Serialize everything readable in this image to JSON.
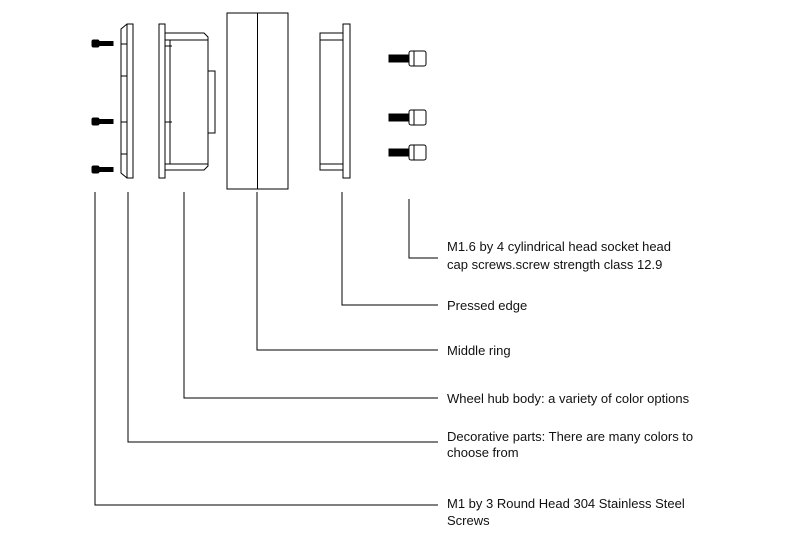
{
  "labels": {
    "socket_screws": "M1.6 by 4 cylindrical head socket head",
    "socket_screws_line2": "cap screws.screw strength class 12.9",
    "pressed_edge": "Pressed edge",
    "middle_ring": "Middle ring",
    "hub_body": "Wheel hub body: a variety of color options",
    "decorative": "Decorative parts: There are many colors to",
    "decorative_line2": "choose from",
    "round_screws": "M1 by 3 Round Head 304 Stainless Steel",
    "round_screws_line2": "Screws"
  },
  "colors": {
    "line": "#000000",
    "text": "#111111",
    "fill": "#ffffff",
    "screw_thread": "#000000"
  }
}
